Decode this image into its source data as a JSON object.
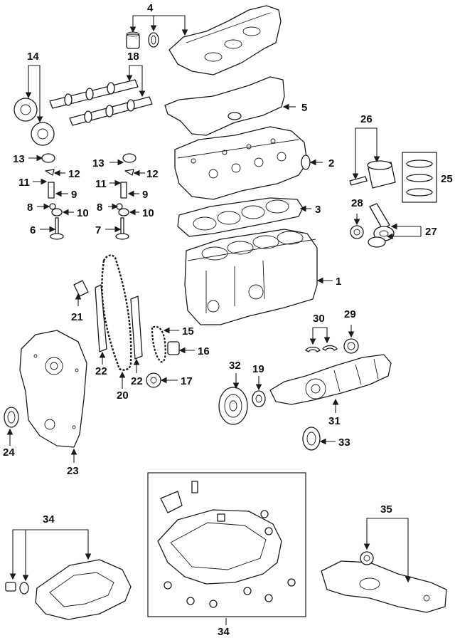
{
  "diagram": {
    "frame_callout": "34",
    "callouts": {
      "c1": "1",
      "c2": "2",
      "c3": "3",
      "c4": "4",
      "c5": "5",
      "c6": "6",
      "c7": "7",
      "c8a": "8",
      "c8b": "8",
      "c9a": "9",
      "c9b": "9",
      "c10a": "10",
      "c10b": "10",
      "c11a": "11",
      "c11b": "11",
      "c12a": "12",
      "c12b": "12",
      "c13a": "13",
      "c13b": "13",
      "c14": "14",
      "c15": "15",
      "c16": "16",
      "c17": "17",
      "c18": "18",
      "c19": "19",
      "c20": "20",
      "c21": "21",
      "c22a": "22",
      "c22b": "22",
      "c23": "23",
      "c24": "24",
      "c25": "25",
      "c26": "26",
      "c27": "27",
      "c28": "28",
      "c29": "29",
      "c30": "30",
      "c31": "31",
      "c32": "32",
      "c33": "33",
      "c34a": "34",
      "c35": "35"
    }
  }
}
